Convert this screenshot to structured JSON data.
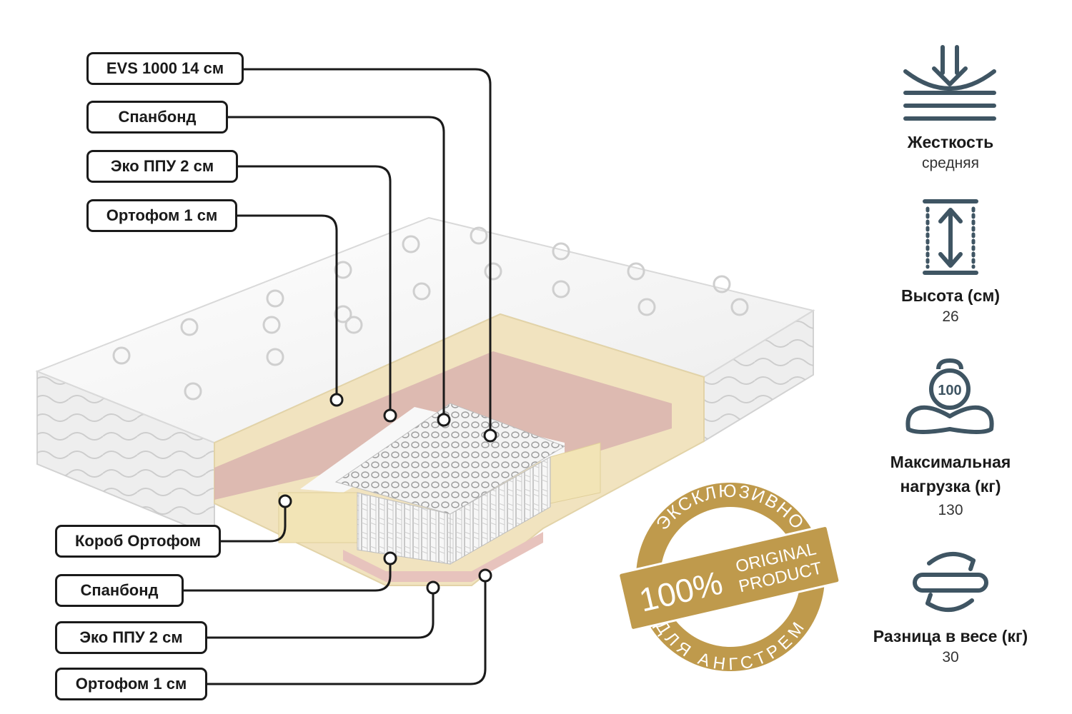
{
  "top_labels": [
    {
      "id": "evs",
      "text": "EVS 1000 14 см"
    },
    {
      "id": "spunbond-top",
      "text": "Спанбонд"
    },
    {
      "id": "eco-ppu-top",
      "text": "Эко ППУ 2 см"
    },
    {
      "id": "ortofom-top",
      "text": "Ортофом 1 см"
    }
  ],
  "bottom_labels": [
    {
      "id": "korob",
      "text": "Короб Ортофом"
    },
    {
      "id": "spunbond-bottom",
      "text": "Спанбонд"
    },
    {
      "id": "eco-ppu-bottom",
      "text": "Эко ППУ 2 см"
    },
    {
      "id": "ortofom-bottom",
      "text": "Ортофом 1 см"
    }
  ],
  "specs": [
    {
      "title": "Жесткость",
      "value": "средняя",
      "icon": "firmness-icon"
    },
    {
      "title": "Высота (см)",
      "value": "26",
      "icon": "height-icon"
    },
    {
      "title_line1": "Максимальная",
      "title_line2": "нагрузка (кг)",
      "value": "130",
      "icon": "max-load-icon",
      "icon_text": "100"
    },
    {
      "title": "Разница в весе (кг)",
      "value": "30",
      "icon": "weight-difference-icon"
    }
  ],
  "seal": {
    "top_text": "ЭКСКЛЮЗИВНО",
    "percent": "100%",
    "line1": "ORIGINAL",
    "line2": "PRODUCT",
    "bottom_text": "ДЛЯ АНГСТРЕМ",
    "color": "#bf9a4c"
  },
  "colors": {
    "icon": "#3f5563",
    "text": "#1a1a1a",
    "foam_cream": "#f1e3bf",
    "foam_pink": "#d9b3ae",
    "cover": "#f2f2f2"
  }
}
